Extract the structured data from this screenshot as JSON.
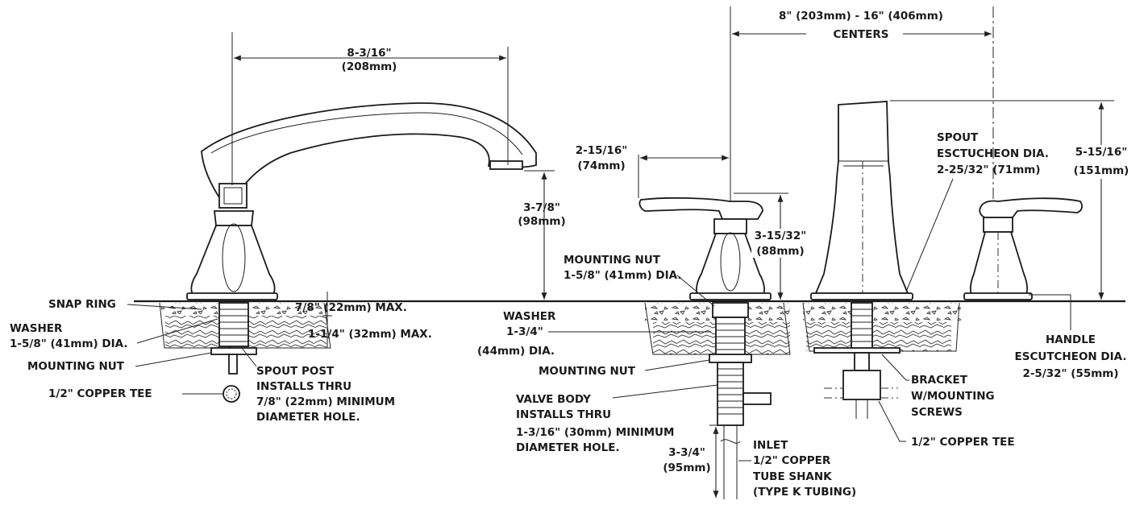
{
  "diagram": {
    "colors": {
      "ink": "#1a1a1a",
      "background": "#ffffff"
    },
    "spout_dims": {
      "reach_in": "8-3/16\"",
      "reach_mm": "(208mm)",
      "height_in": "3-7/8\"",
      "height_mm": "(98mm)"
    },
    "spout_install": {
      "snap_ring": "SNAP RING",
      "deck_max_in": "7/8\" (22mm) MAX.",
      "washer": "WASHER",
      "washer_dia": "1-5/8\" (41mm) DIA.",
      "shank_max": "1-1/4\" (32mm) MAX.",
      "mounting_nut": "MOUNTING NUT",
      "copper_tee": "1/2\" COPPER TEE",
      "post_line1": "SPOUT POST",
      "post_line2": "INSTALLS THRU",
      "post_line3": "7/8\" (22mm) MINIMUM",
      "post_line4": "DIAMETER HOLE."
    },
    "centers": {
      "line1": "8\" (203mm) - 16\" (406mm)",
      "line2": "CENTERS"
    },
    "handle_dims": {
      "reach_in": "2-15/16\"",
      "reach_mm": "(74mm)",
      "height_in": "3-15/32\"",
      "height_mm": "(88mm)"
    },
    "valve_install": {
      "mounting_nut_line1": "MOUNTING NUT",
      "mounting_nut_line2": "1-5/8\" (41mm) DIA.",
      "washer_line1": "WASHER",
      "washer_line2": "1-3/4\"",
      "washer_line3": "(44mm) DIA.",
      "mounting_nut2": "MOUNTING NUT",
      "body_line1": "VALVE BODY",
      "body_line2": "INSTALLS THRU",
      "body_line3": "1-3/16\" (30mm) MINIMUM",
      "body_line4": "DIAMETER HOLE.",
      "inlet_in": "3-3/4\"",
      "inlet_mm": "(95mm)",
      "inlet_line1": "INLET",
      "inlet_line2": "1/2\" COPPER",
      "inlet_line3": "TUBE SHANK",
      "inlet_line4": "(TYPE K TUBING)"
    },
    "right_side": {
      "spout_line1": "SPOUT",
      "spout_line2": "ESCTUCHEON DIA.",
      "spout_line3": "2-25/32\" (71mm)",
      "height_in": "5-15/16\"",
      "height_mm": "(151mm)",
      "handle_line1": "HANDLE",
      "handle_line2": "ESCUTCHEON DIA.",
      "handle_line3": "2-5/32\" (55mm)",
      "bracket_line1": "BRACKET",
      "bracket_line2": "W/MOUNTING",
      "bracket_line3": "SCREWS",
      "copper_tee": "1/2\" COPPER TEE"
    }
  }
}
